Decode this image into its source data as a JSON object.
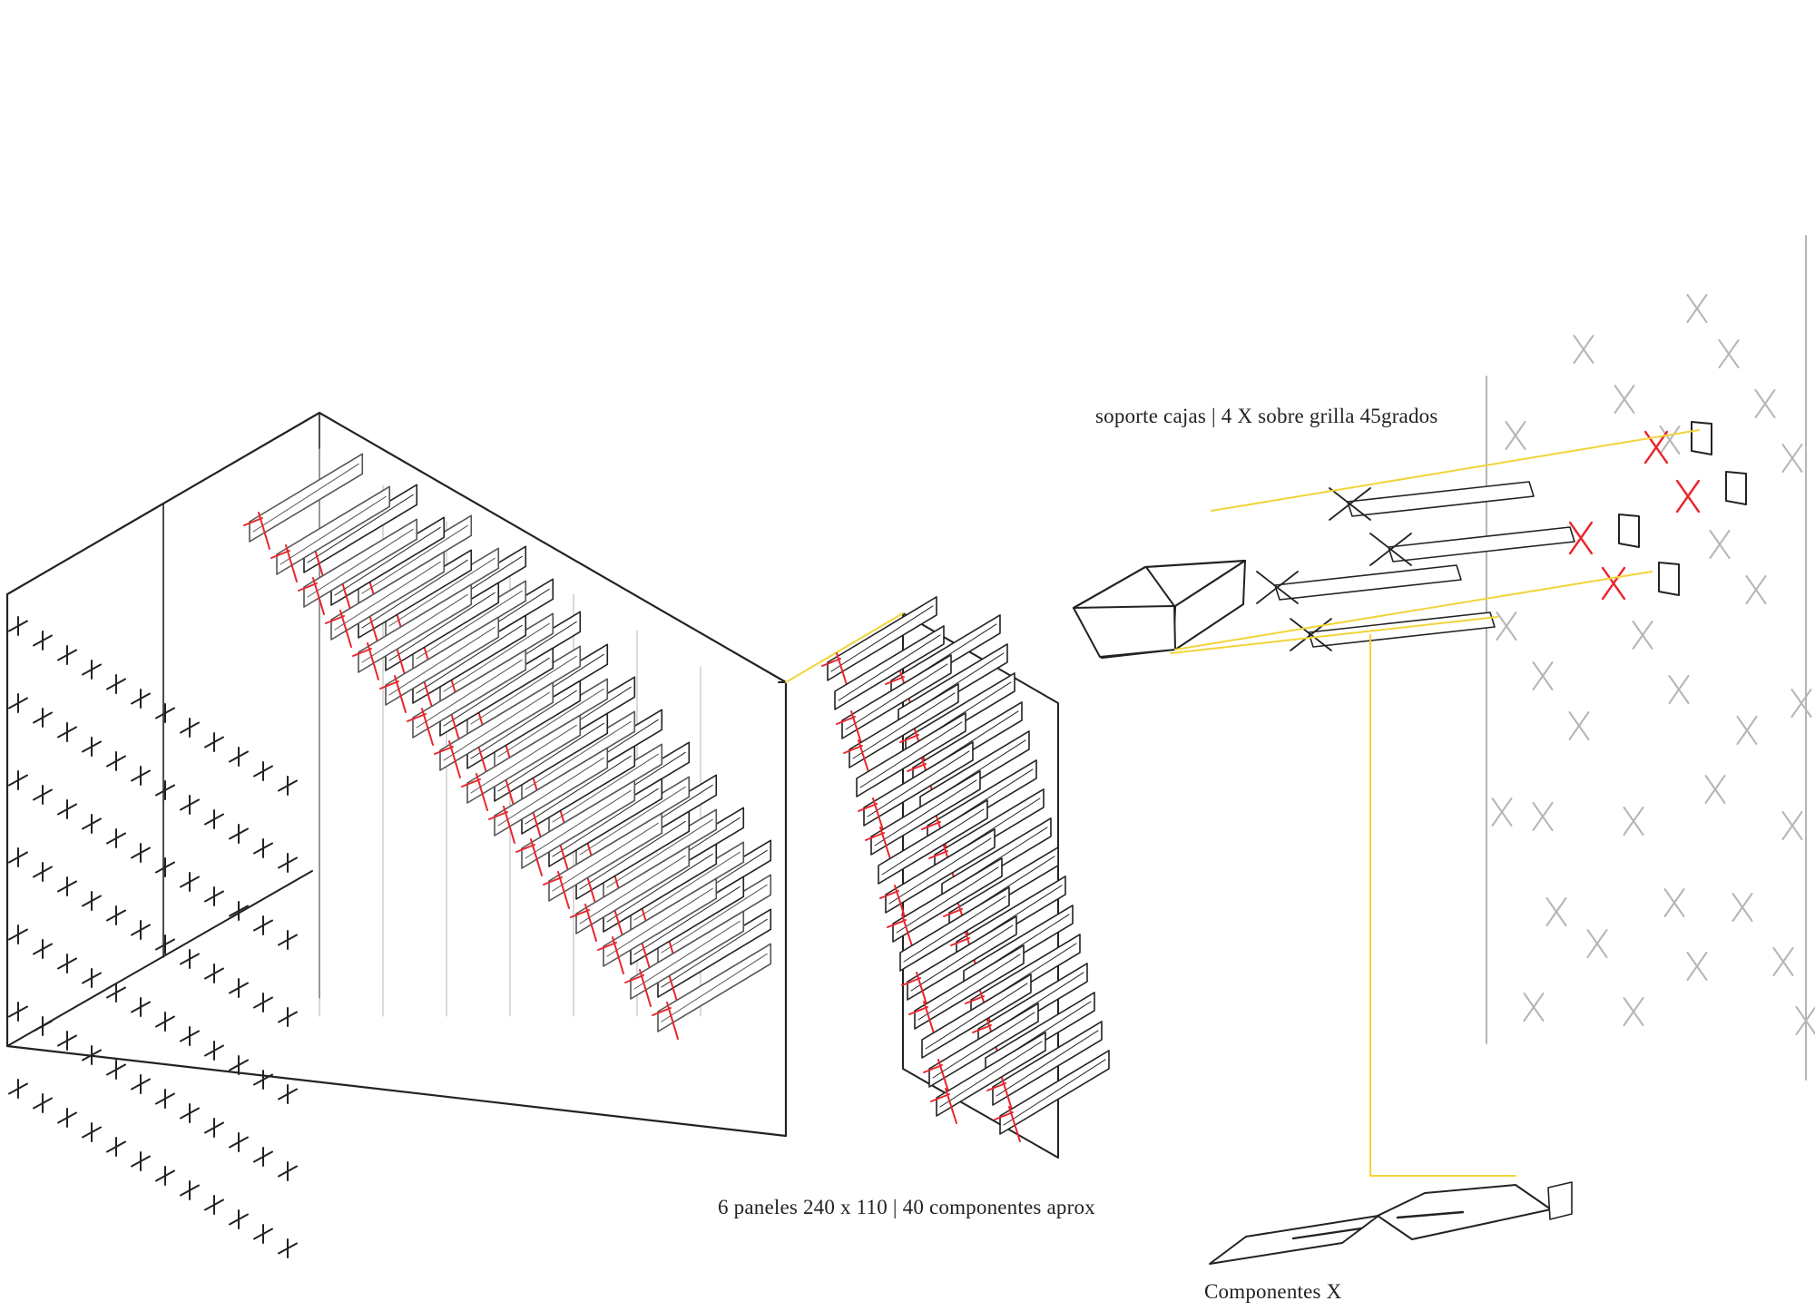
{
  "labels": {
    "soporte": "soporte cajas | 4 X sobre grilla 45grados",
    "paneles": "6 paneles 240 x 110 | 40 componentes aprox",
    "componentes": "Componentes X"
  },
  "colors": {
    "line": "#222222",
    "light_line": "#b5b5b5",
    "accent_red": "#e8262d",
    "connector_yellow": "#f2d43a"
  },
  "icons": {
    "cross_marker": "x-cross-icon",
    "plus_marker": "plus-cross-icon"
  }
}
